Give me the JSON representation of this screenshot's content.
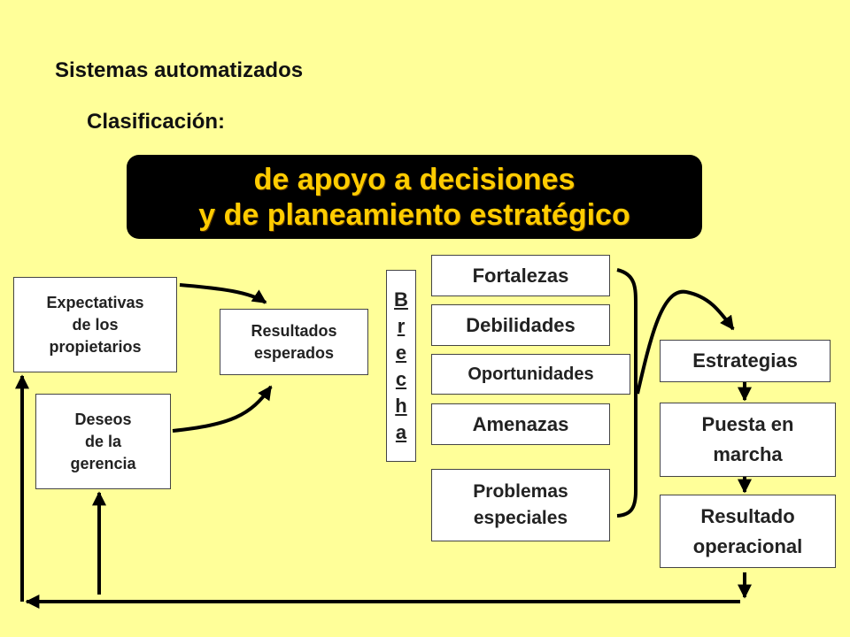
{
  "header": {
    "title": "Sistemas automatizados",
    "subtitle": "Clasificación:"
  },
  "banner": {
    "line1": "de apoyo a decisiones",
    "line2": "y de planeamiento estratégico"
  },
  "boxes": {
    "expectativas": [
      "Expectativas",
      "de los",
      "propietarios"
    ],
    "resultados": [
      "Resultados",
      "esperados"
    ],
    "deseos": [
      "Deseos",
      "de la",
      "gerencia"
    ],
    "brecha": [
      "B",
      "r",
      "e",
      "c",
      "h",
      "a"
    ],
    "fortalezas": "Fortalezas",
    "debilidades": "Debilidades",
    "oportunidades": "Oportunidades",
    "amenazas": "Amenazas",
    "problemas": [
      "Problemas",
      "especiales"
    ],
    "estrategias": "Estrategias",
    "puesta": [
      "Puesta en",
      "marcha"
    ],
    "resultado_op": [
      "Resultado",
      "operacional"
    ]
  },
  "colors": {
    "background": "#ffff99",
    "banner_bg": "#000000",
    "banner_text": "#ffcc00",
    "box_bg": "#ffffff",
    "arrow": "#000000"
  }
}
